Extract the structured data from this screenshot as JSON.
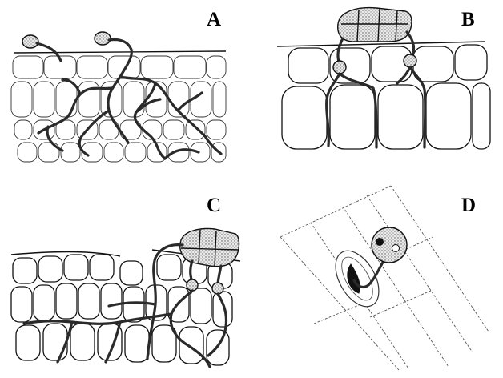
{
  "figure": {
    "panels": [
      {
        "id": "A",
        "label": "A"
      },
      {
        "id": "B",
        "label": "B"
      },
      {
        "id": "C",
        "label": "C"
      },
      {
        "id": "D",
        "label": "D"
      }
    ]
  },
  "colors": {
    "ink": "#111111",
    "stipple": "#9a9a9a",
    "background": "#ffffff"
  }
}
